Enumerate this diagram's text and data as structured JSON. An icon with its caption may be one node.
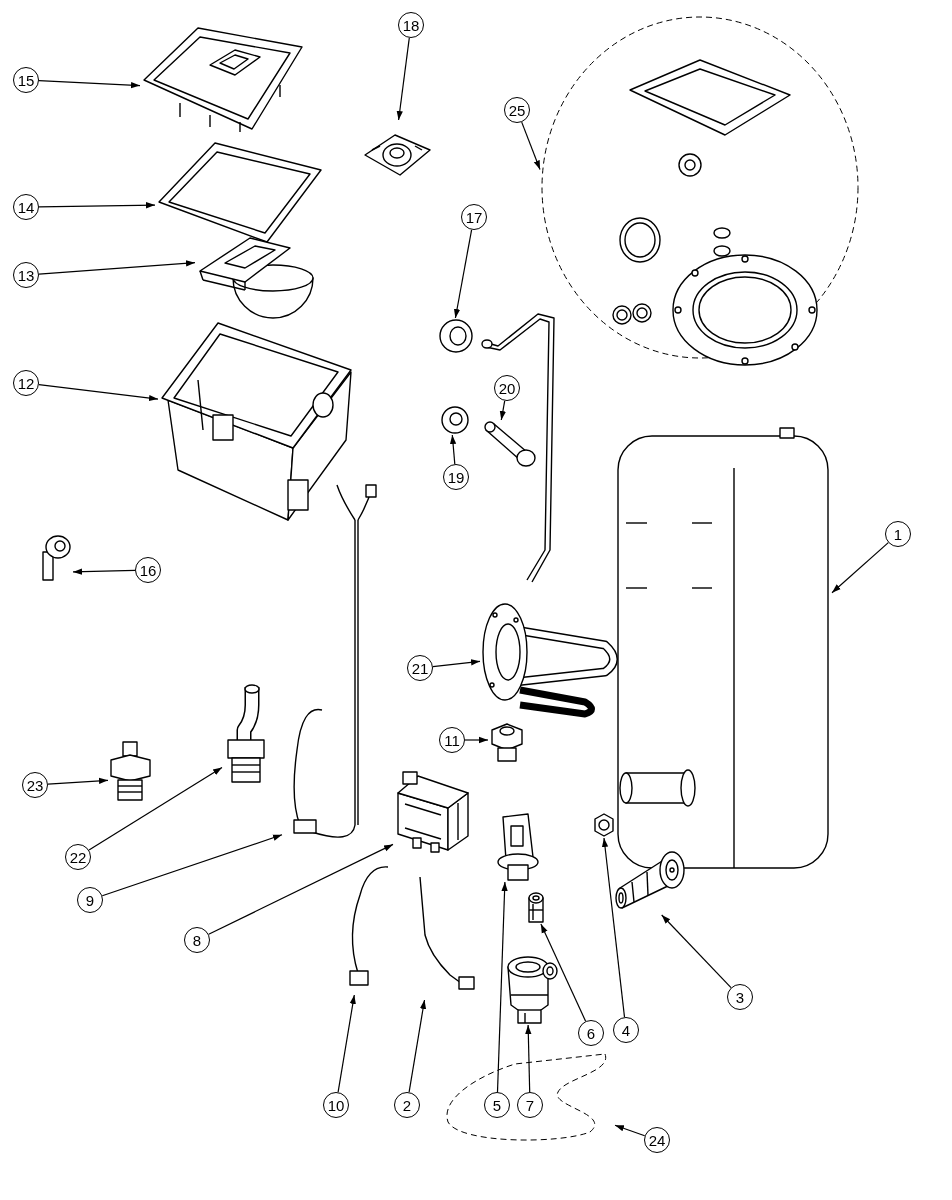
{
  "diagram": {
    "nodes": [
      {
        "text": [
          "15"
        ]
      },
      {
        "text": [],
        "shape": "picture"
      },
      {
        "text": [
          "18"
        ]
      },
      {
        "text": [],
        "shape": "picture"
      },
      {
        "text": [
          "25"
        ]
      },
      {
        "text": [],
        "shape": "circle"
      },
      {
        "text": [
          "14"
        ]
      },
      {
        "text": [],
        "shape": "picture"
      },
      {
        "text": [
          "13"
        ]
      },
      {
        "text": [],
        "shape": "picture"
      },
      {
        "text": [
          "17"
        ]
      },
      {
        "text": [],
        "shape": "picture"
      },
      {
        "text": [
          "12"
        ]
      },
      {
        "text": [],
        "shape": "picture"
      },
      {
        "text": [
          "20"
        ]
      },
      {
        "text": [],
        "shape": "picture"
      },
      {
        "text": [
          "19"
        ]
      },
      {
        "text": [],
        "shape": "picture"
      },
      {
        "text": [
          "1"
        ]
      },
      {
        "text": [],
        "shape": "picture"
      },
      {
        "text": [
          "16"
        ]
      },
      {
        "text": [],
        "shape": "picture"
      },
      {
        "text": [
          "21"
        ]
      },
      {
        "text": [],
        "shape": "picture"
      },
      {
        "text": [
          "11"
        ]
      },
      {
        "text": [],
        "shape": "picture"
      },
      {
        "text": [
          "23"
        ]
      },
      {
        "text": [],
        "shape": "picture"
      },
      {
        "text": [
          "22"
        ]
      },
      {
        "text": [],
        "shape": "picture"
      },
      {
        "text": [
          "9"
        ]
      },
      {
        "text": [],
        "shape": "picture"
      },
      {
        "text": [
          "8"
        ]
      },
      {
        "text": [],
        "shape": "picture"
      },
      {
        "text": [
          "4"
        ]
      },
      {
        "text": [],
        "shape": "picture"
      },
      {
        "text": [
          "3"
        ]
      },
      {
        "text": [],
        "shape": "picture"
      },
      {
        "text": [
          "6"
        ]
      },
      {
        "text": [],
        "shape": "picture"
      },
      {
        "text": [
          "24"
        ]
      },
      {
        "text": [],
        "shape": "outline"
      },
      {
        "text": [
          "10"
        ]
      },
      {
        "text": [],
        "shape": "picture"
      },
      {
        "text": [
          "2"
        ]
      },
      {
        "text": [],
        "shape": "picture"
      },
      {
        "text": [
          "5"
        ],
        "in": 41
      },
      {
        "text": [],
        "shape": "picture"
      },
      {
        "text": [
          "7"
        ],
        "in": 41
      },
      {
        "text": [],
        "shape": "picture"
      }
    ],
    "edges": [
      {
        "from": 0,
        "to": 1,
        "arrow": "to"
      },
      {
        "from": 2,
        "to": 3,
        "arrow": "to"
      },
      {
        "from": 4,
        "to": 5,
        "arrow": "to"
      },
      {
        "from": 6,
        "to": 7,
        "arrow": "to"
      },
      {
        "from": 8,
        "to": 9,
        "arrow": "to"
      },
      {
        "from": 10,
        "to": 11,
        "arrow": "to"
      },
      {
        "from": 12,
        "to": 13,
        "arrow": "to"
      },
      {
        "from": 14,
        "to": 15,
        "arrow": "to"
      },
      {
        "from": 16,
        "to": 17,
        "arrow": "to"
      },
      {
        "from": 18,
        "to": 19,
        "arrow": "to"
      },
      {
        "from": 20,
        "to": 21,
        "arrow": "to"
      },
      {
        "from": 22,
        "to": 23,
        "arrow": "to"
      },
      {
        "from": 24,
        "to": 25,
        "arrow": "to"
      },
      {
        "from": 26,
        "to": 27,
        "arrow": "to"
      },
      {
        "from": 28,
        "to": 29,
        "arrow": "to"
      },
      {
        "from": 30,
        "to": 31,
        "arrow": "to"
      },
      {
        "from": 32,
        "to": 33,
        "arrow": "to"
      },
      {
        "from": 34,
        "to": 35,
        "arrow": "to"
      },
      {
        "from": 36,
        "to": 37,
        "arrow": "to"
      },
      {
        "from": 38,
        "to": 39,
        "arrow": "to"
      },
      {
        "from": 40,
        "to": 41,
        "arrow": "to"
      },
      {
        "from": 42,
        "to": 43,
        "arrow": "to"
      },
      {
        "from": 44,
        "to": 45,
        "arrow": "to"
      },
      {
        "from": 46,
        "to": 47,
        "arrow": "to"
      },
      {
        "from": 48,
        "to": 49,
        "arrow": "to"
      }
    ]
  }
}
